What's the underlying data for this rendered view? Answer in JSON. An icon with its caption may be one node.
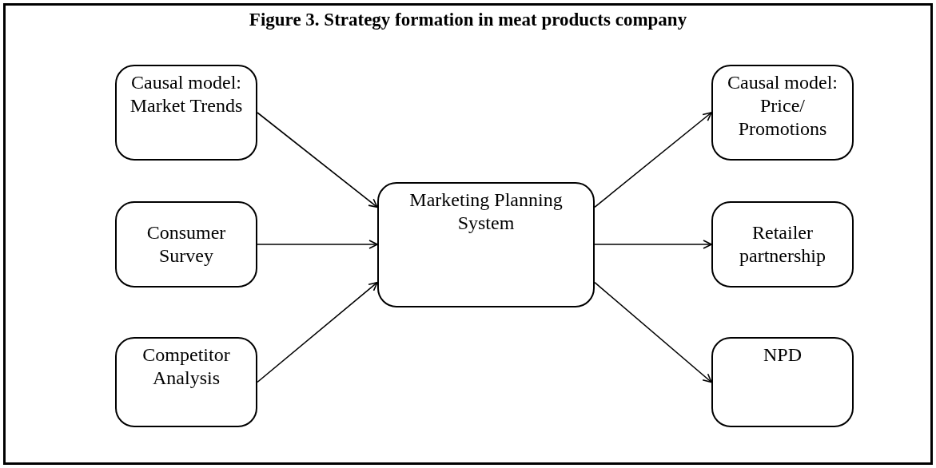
{
  "diagram": {
    "title": "Figure 3. Strategy formation in meat products company",
    "nodes": [
      {
        "text": [
          "Causal model: Market Trends"
        ]
      },
      {
        "text": [
          "Consumer Survey"
        ]
      },
      {
        "text": [
          "Competitor Analysis"
        ]
      },
      {
        "text": [
          "Marketing Planning System"
        ]
      },
      {
        "text": [
          "Causal model: Price/ Promotions"
        ]
      },
      {
        "text": [
          "Retailer partnership"
        ]
      },
      {
        "text": [
          "NPD"
        ]
      }
    ],
    "edges": [
      {
        "from": 0,
        "to": 3,
        "arrow": "to"
      },
      {
        "from": 1,
        "to": 3,
        "arrow": "to"
      },
      {
        "from": 2,
        "to": 3,
        "arrow": "to"
      },
      {
        "from": 3,
        "to": 4,
        "arrow": "to"
      },
      {
        "from": 3,
        "to": 5,
        "arrow": "to"
      },
      {
        "from": 3,
        "to": 6,
        "arrow": "to"
      }
    ]
  }
}
